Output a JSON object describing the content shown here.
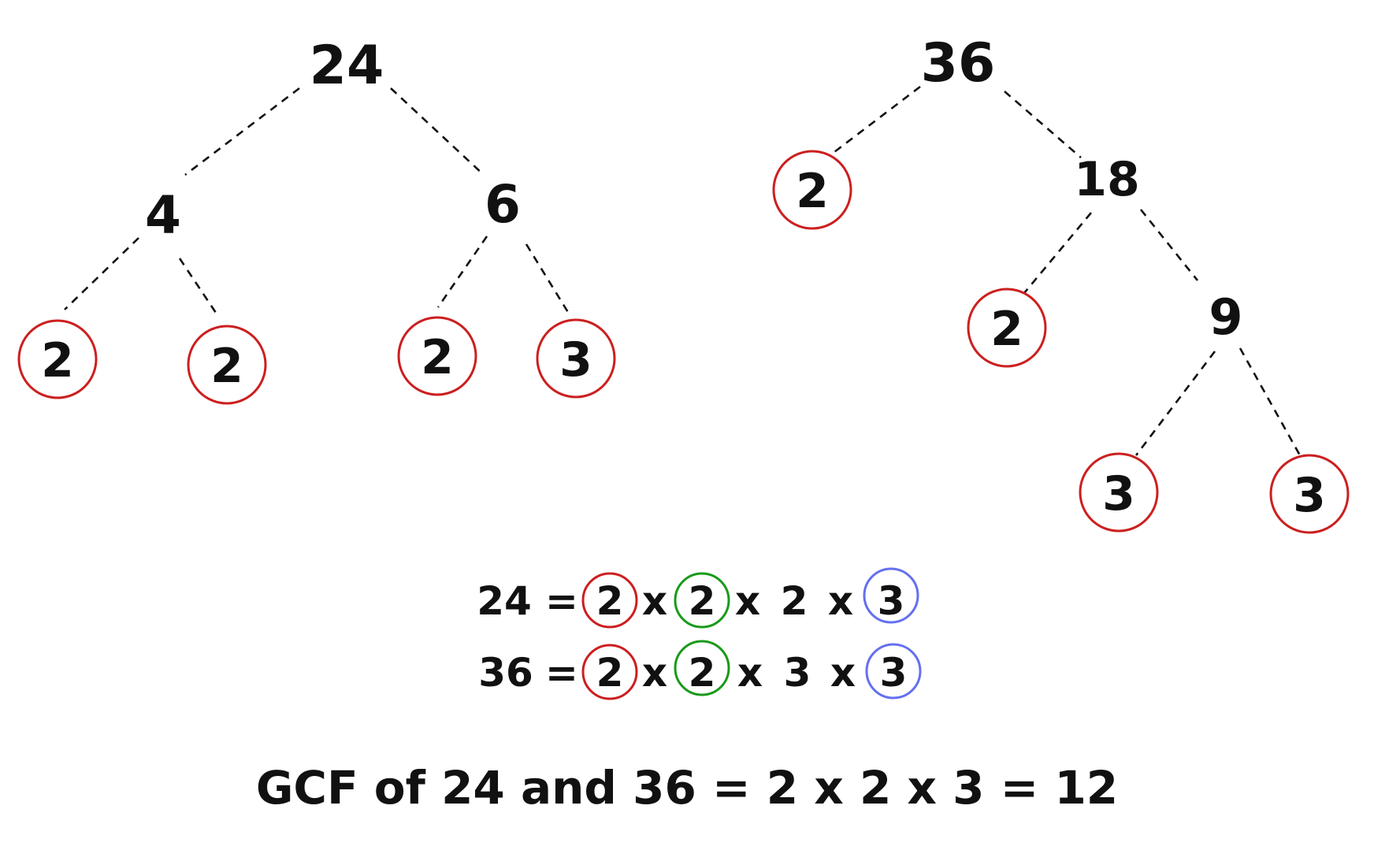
{
  "tree_24": {
    "root": "24",
    "left_child": "4",
    "right_child": "6",
    "leaves": [
      "2",
      "2",
      "2",
      "3"
    ]
  },
  "tree_36": {
    "root": "36",
    "prime_leaf": "2",
    "node_18": "18",
    "leaf_under_18": "2",
    "node_9": "9",
    "leaves_under_9": [
      "3",
      "3"
    ]
  },
  "factorization": {
    "line_24": {
      "number": "24",
      "equals": "=",
      "factors": [
        "2",
        "2",
        "2",
        "3"
      ],
      "times": "x"
    },
    "line_36": {
      "number": "36",
      "equals": "=",
      "factors": [
        "2",
        "2",
        "3",
        "3"
      ],
      "times": "x"
    }
  },
  "result": {
    "text": "GCF of 24 and 36 = 2 x 2 x 3 = 12"
  },
  "colors": {
    "prime_circle": "#cc1f1f",
    "common_1": "#cc1f1f",
    "common_2": "#1a9a1a",
    "common_3": "#6470ee",
    "text": "#111111"
  }
}
